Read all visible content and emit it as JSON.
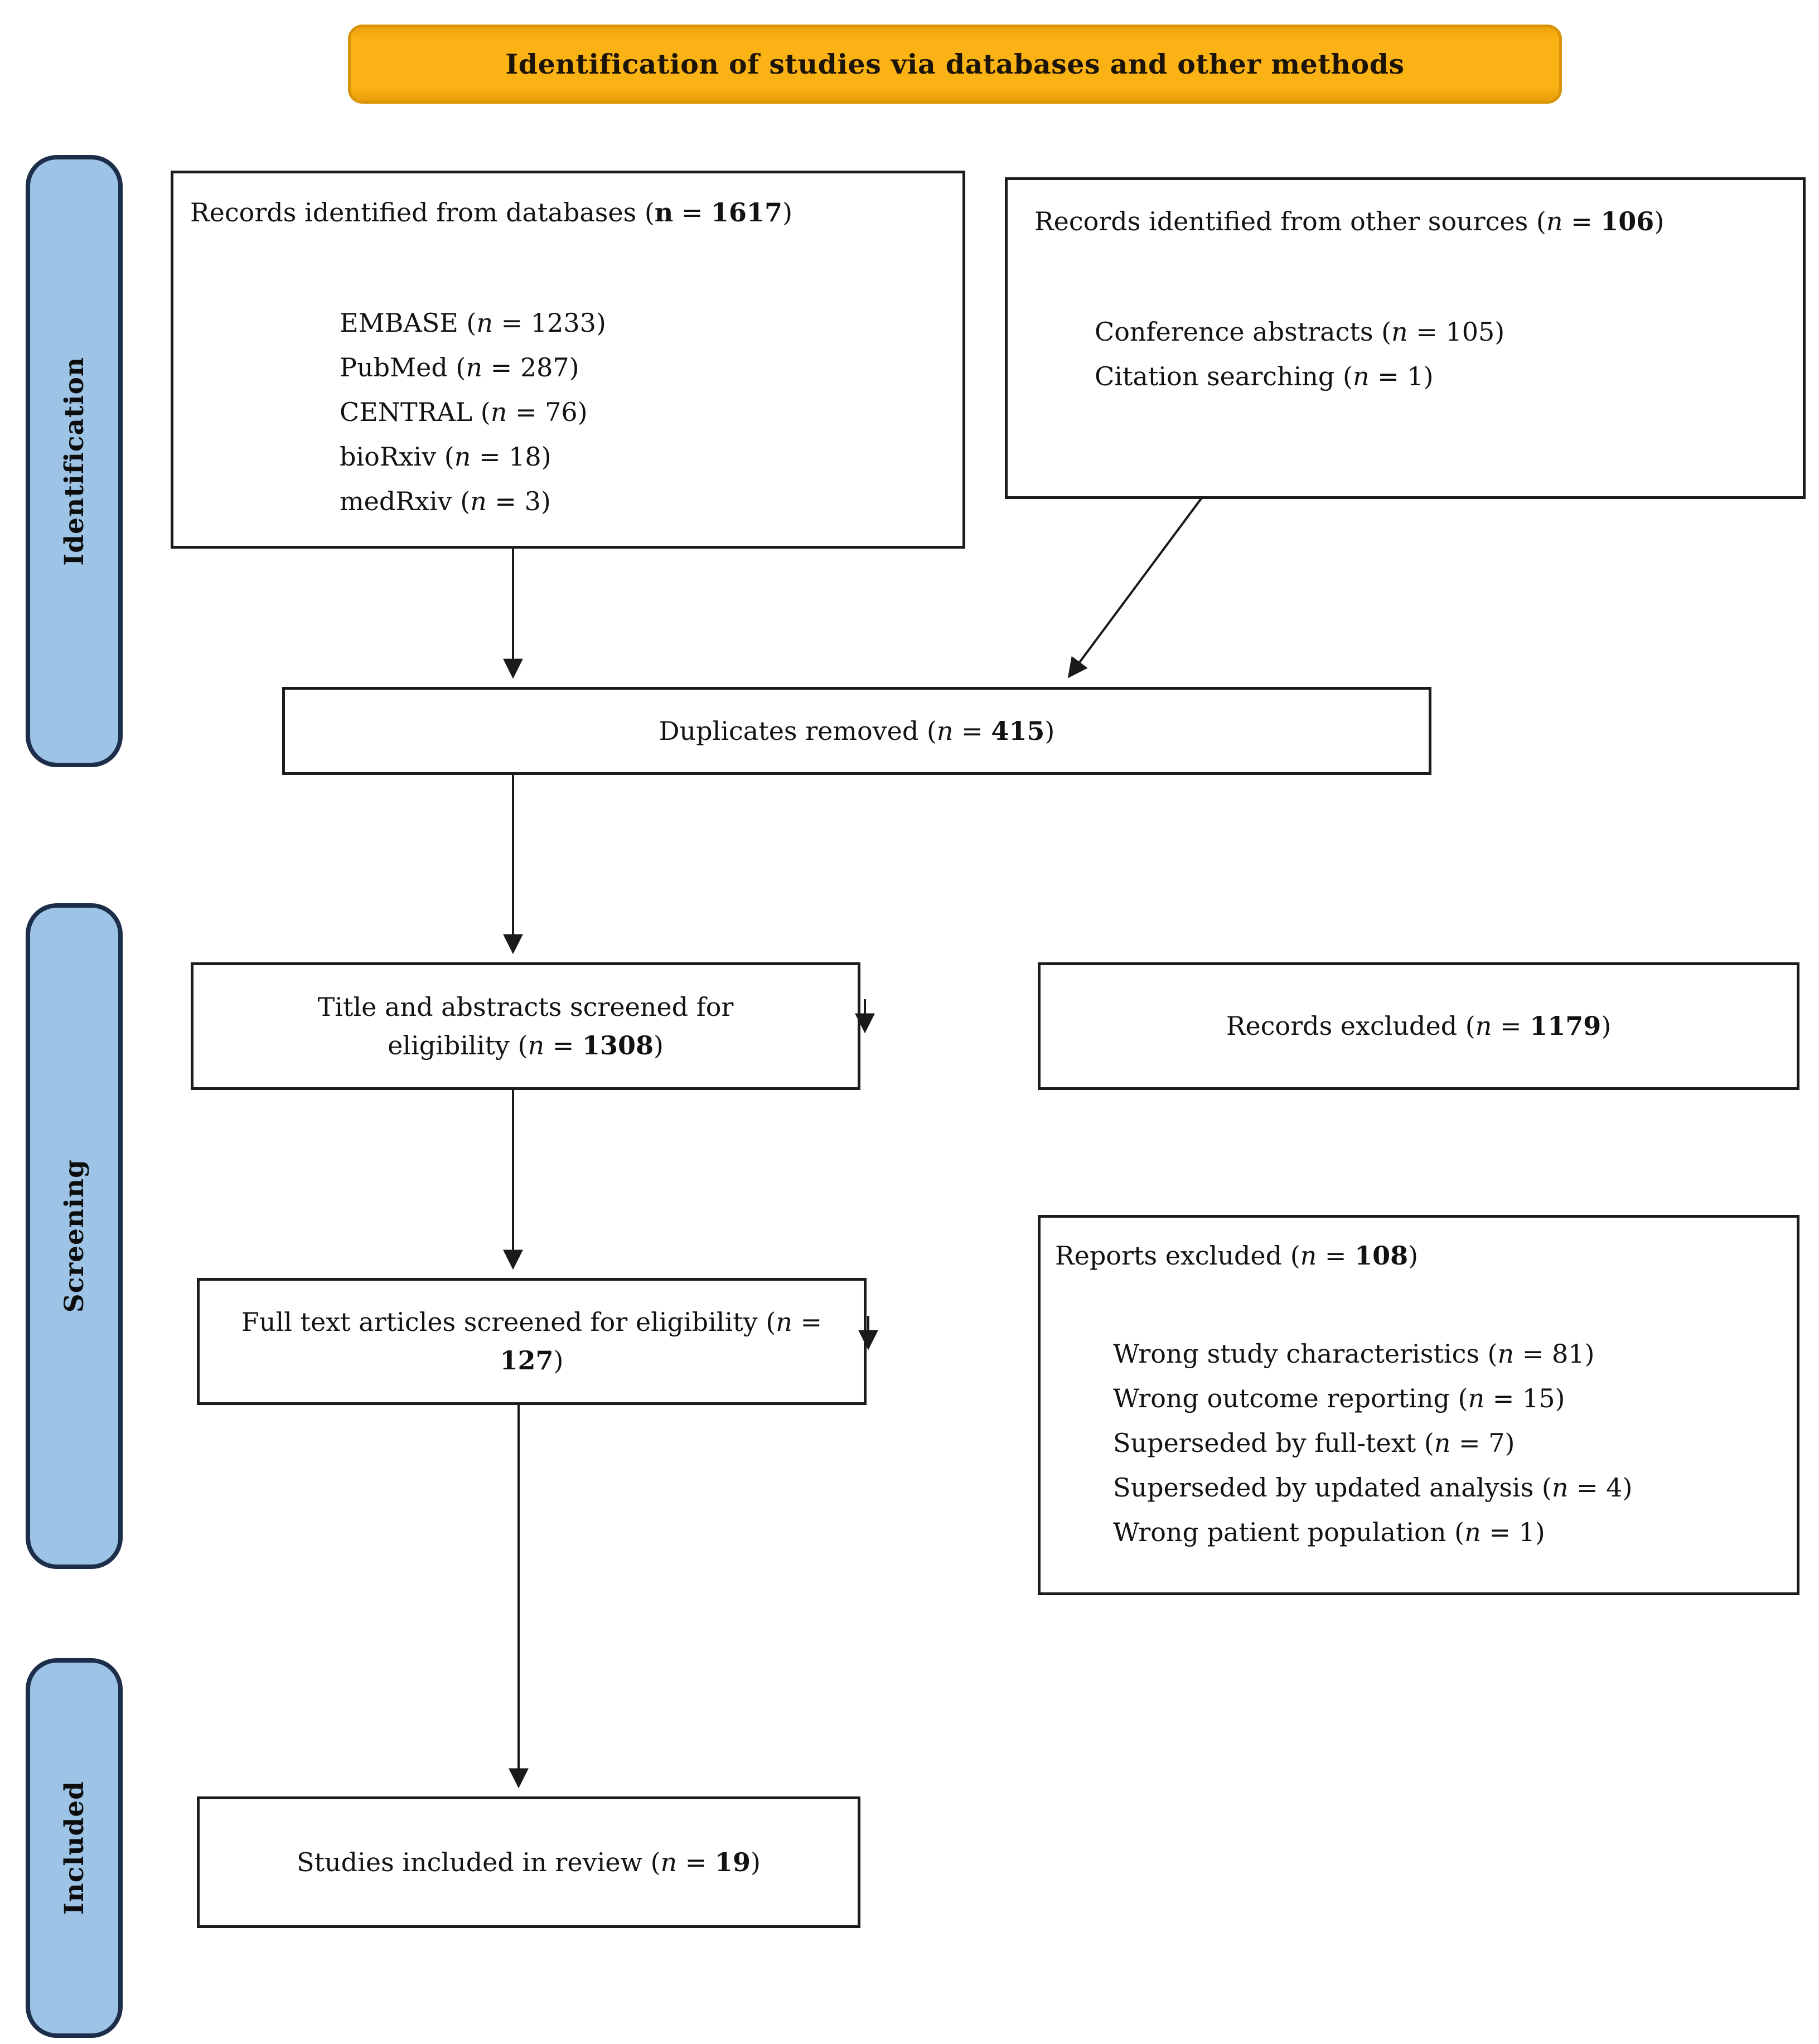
{
  "banner": {
    "title": "Identification of studies via databases and other methods"
  },
  "notation": {
    "open": " (",
    "n": "n",
    "eq": " = ",
    "close": ")"
  },
  "stages": [
    {
      "label": "Identification"
    },
    {
      "label": "Screening"
    },
    {
      "label": "Included"
    }
  ],
  "boxes": {
    "databases": {
      "title": "Records identified from databases",
      "count": "1617",
      "items": [
        {
          "label": "EMBASE",
          "count": "1233"
        },
        {
          "label": "PubMed",
          "count": "287"
        },
        {
          "label": "CENTRAL",
          "count": "76"
        },
        {
          "label": "bioRxiv",
          "count": "18"
        },
        {
          "label": "medRxiv",
          "count": "3"
        }
      ]
    },
    "other_sources": {
      "title": "Records identified from other sources",
      "count": "106",
      "items": [
        {
          "label": "Conference abstracts",
          "count": "105"
        },
        {
          "label": "Citation searching",
          "count": "1"
        }
      ]
    },
    "duplicates": {
      "title": "Duplicates removed",
      "count": "415"
    },
    "screened": {
      "title": "Title and abstracts screened for eligibility",
      "count": "1308"
    },
    "records_excluded": {
      "title": "Records excluded",
      "count": "1179"
    },
    "fulltext": {
      "title": "Full text articles screened for eligibility",
      "count": "127"
    },
    "reports_excluded": {
      "title": "Reports excluded",
      "count": "108",
      "items": [
        {
          "label": "Wrong study characteristics",
          "count": "81"
        },
        {
          "label": "Wrong outcome reporting",
          "count": "15"
        },
        {
          "label": "Superseded by full-text",
          "count": "7"
        },
        {
          "label": "Superseded by updated analysis",
          "count": "4"
        },
        {
          "label": "Wrong patient population",
          "count": "1"
        }
      ]
    },
    "included": {
      "title": "Studies included in review",
      "count": "19"
    }
  },
  "colors": {
    "banner_bg": "#fbb214",
    "banner_border": "#d89405",
    "stage_bg": "#9dc3e6",
    "stage_border": "#1d2e4a",
    "box_border": "#1c1c1c",
    "text": "#121212"
  }
}
